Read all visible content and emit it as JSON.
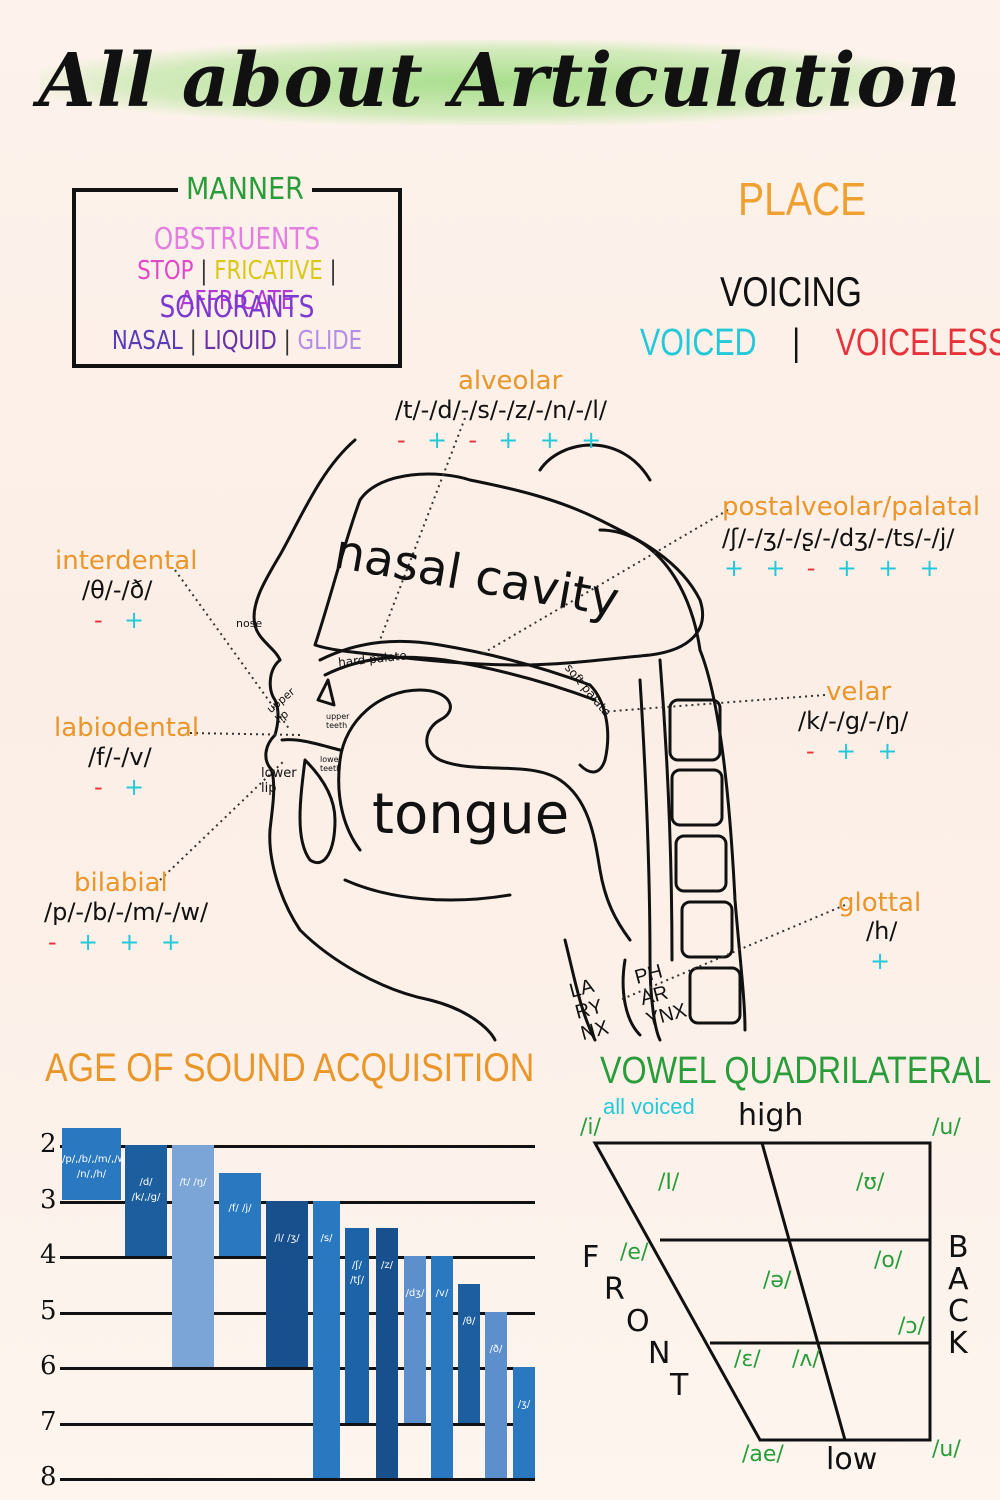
{
  "title": "All about Articulation",
  "manner": {
    "title": "MANNER",
    "obstruents": "OBSTRUENTS",
    "stop": "STOP",
    "fricative": "FRICATIVE",
    "affricate": "AFFRICATE",
    "sonorants": "SONORANTS",
    "nasal": "NASAL",
    "liquid": "LIQUID",
    "glide": "GLIDE",
    "sep": "|"
  },
  "place_title": "PLACE",
  "voicing": {
    "title": "VOICING",
    "voiced": "VOICED",
    "sep": "|",
    "voiceless": "VOICELESS"
  },
  "diagram": {
    "nasal_cavity": "nasal cavity",
    "tongue": "tongue",
    "nose": "nose",
    "hard_palate": "hard palate",
    "soft_palate": "soft palate",
    "upper_lip": "upper lip",
    "upper_teeth": "upper teeth",
    "lower_teeth": "lower teeth",
    "lower_lip": "lower lip",
    "larynx": "LA RY NX",
    "pharynx": "PH AR YNX"
  },
  "places": {
    "alveolar": {
      "label": "alveolar",
      "phonemes": "/t/-/d/-/s/-/z/-/n/-/l/",
      "voicing": "-  +  -  +  +  +"
    },
    "postalveolar": {
      "label": "postalveolar/palatal",
      "phonemes": "/ʃ/-/ʒ/-/ʂ/-/dʒ/-/ts/-/j/",
      "voicing": "+  +  -  +  +  +"
    },
    "interdental": {
      "label": "interdental",
      "phonemes": "/θ/-/ð/",
      "voicing": "-  +"
    },
    "labiodental": {
      "label": "labiodental",
      "phonemes": "/f/-/v/",
      "voicing": "-  +"
    },
    "velar": {
      "label": "velar",
      "phonemes": "/k/-/g/-/ŋ/",
      "voicing": "-  +  +"
    },
    "bilabial": {
      "label": "bilabial",
      "phonemes": "/p/-/b/-/m/-/w/",
      "voicing": "-  +  +  +"
    },
    "glottal": {
      "label": "glottal",
      "phonemes": "/h/",
      "voicing": "+"
    }
  },
  "acquisition": {
    "title": "AGE OF SOUND ACQUISITION",
    "ages": [
      "2",
      "3",
      "4",
      "5",
      "6",
      "7",
      "8"
    ],
    "bars": [
      {
        "label": "/p/,/b/,/m/,/w/ /n/,/h/",
        "start": 1.7,
        "end": 3.0,
        "color": "#2a78c0"
      },
      {
        "label": "/d/ /k/,/g/",
        "start": 2.0,
        "end": 4.0,
        "color": "#1d5f9e"
      },
      {
        "label": "/t/ /ŋ/",
        "start": 2.0,
        "end": 6.0,
        "color": "#7aa5d6"
      },
      {
        "label": "/f/ /j/",
        "start": 2.5,
        "end": 4.0,
        "color": "#2a78c0"
      },
      {
        "label": "/l/ /ʒ/",
        "start": 3.0,
        "end": 6.0,
        "color": "#17508c"
      },
      {
        "label": "/s/",
        "start": 3.0,
        "end": 8.0,
        "color": "#2a78c0"
      },
      {
        "label": "/ʃ/ /tʃ/",
        "start": 3.5,
        "end": 7.0,
        "color": "#1d63a8"
      },
      {
        "label": "/z/",
        "start": 3.5,
        "end": 8.0,
        "color": "#17508c"
      },
      {
        "label": "/dʒ/",
        "start": 4.0,
        "end": 7.0,
        "color": "#5c8fcc"
      },
      {
        "label": "/v/",
        "start": 4.0,
        "end": 8.0,
        "color": "#2a78c0"
      },
      {
        "label": "/θ/",
        "start": 4.5,
        "end": 7.0,
        "color": "#1d5f9e"
      },
      {
        "label": "/ð/",
        "start": 5.0,
        "end": 8.0,
        "color": "#5c8fcc"
      },
      {
        "label": "/ʒ/",
        "start": 6.0,
        "end": 8.0,
        "color": "#2a78c0"
      }
    ]
  },
  "vowels": {
    "title": "VOWEL QUADRILATERAL",
    "subtitle": "all voiced",
    "high": "high",
    "low": "low",
    "front": "FRONT",
    "back": "BACK",
    "i": "/i/",
    "u_top": "/u/",
    "I": "/I/",
    "U": "/ʊ/",
    "e": "/e/",
    "schwa": "/ə/",
    "o": "/o/",
    "open_o": "/ɔ/",
    "eps": "/ɛ/",
    "wedge": "/ʌ/",
    "ae": "/ae/",
    "u_bottom": "/u/"
  },
  "colors": {
    "voiceless": "#e8323a",
    "voiced": "#24c9d9",
    "place": "#e9962a",
    "vowel": "#2a9d3b"
  }
}
